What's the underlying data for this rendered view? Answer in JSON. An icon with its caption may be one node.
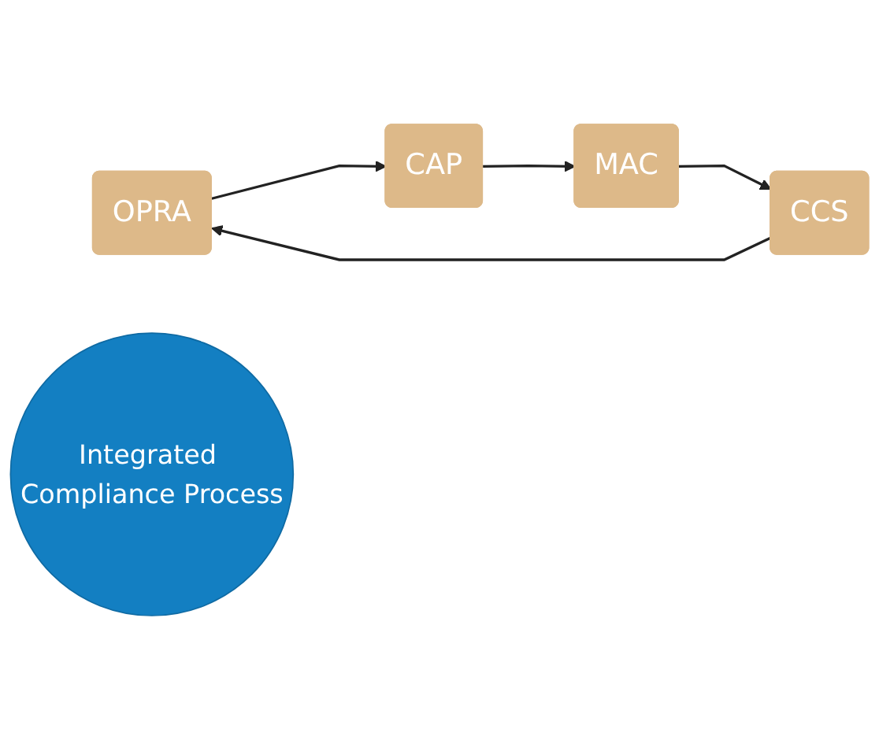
{
  "diagram": {
    "nodes": [
      {
        "text": [
          "OPRA"
        ]
      },
      {
        "text": [
          "CAP"
        ]
      },
      {
        "text": [
          "MAC"
        ]
      },
      {
        "text": [
          "CCS"
        ]
      },
      {
        "text": [
          "Integrated Compliance Process"
        ]
      }
    ],
    "edges": [
      {
        "from": 0,
        "to": 1,
        "arrow": "to"
      },
      {
        "from": 1,
        "to": 2,
        "arrow": "to"
      },
      {
        "from": 2,
        "to": 3,
        "arrow": "to"
      },
      {
        "from": 3,
        "to": 0,
        "arrow": "to"
      }
    ]
  }
}
